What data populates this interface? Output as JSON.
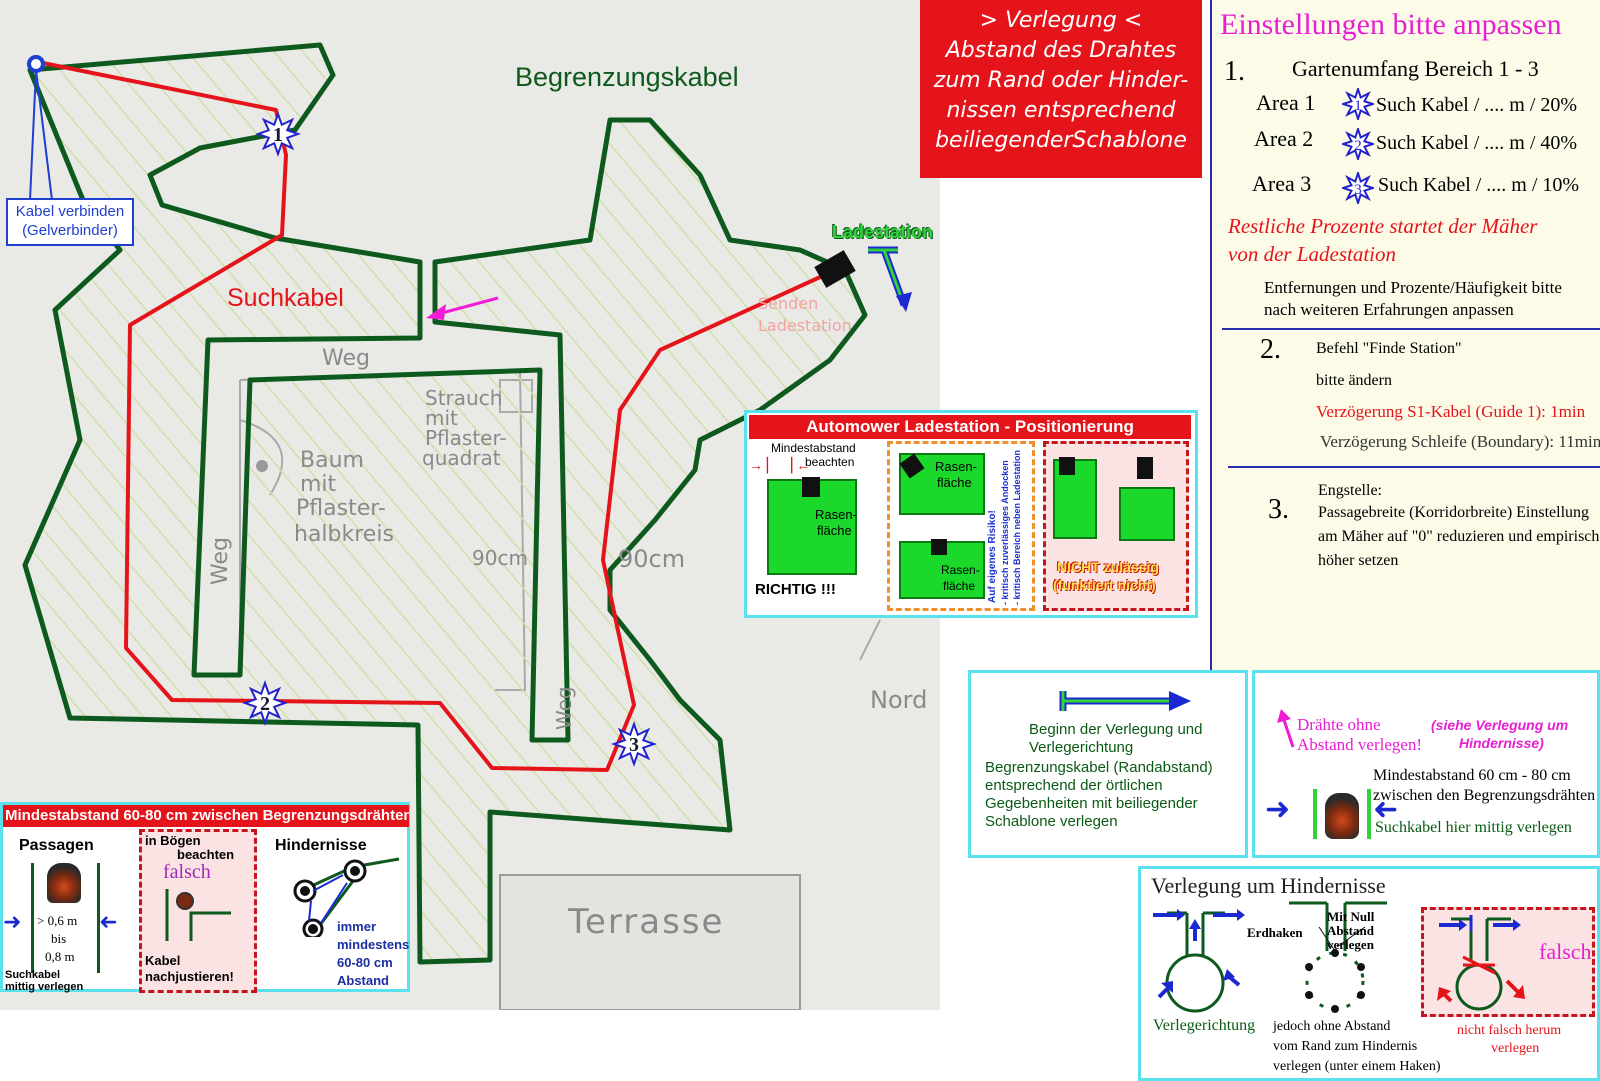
{
  "map": {
    "boundary_label": "Begrenzungskabel",
    "guide_label": "Suchkabel",
    "connect_note_line1": "Kabel verbinden",
    "connect_note_line2": "(Gelverbinder)",
    "charging_label": "Ladestation",
    "guide_markers": [
      "1",
      "2",
      "3"
    ],
    "pencil": {
      "weg_top": "Weg",
      "weg_left": "Weg",
      "weg_right": "Weg",
      "tree_line1": "Baum",
      "tree_line2": "mit",
      "tree_line3": "Pflaster-",
      "tree_line4": "halbkreis",
      "bush_line1": "Strauch",
      "bush_line2": "mit",
      "bush_line3": "Pflaster-",
      "bush_line4": "quadrat",
      "dist_left": "90cm",
      "dist_right": "90cm",
      "terrace": "Terrasse",
      "north": "Nord",
      "station_note_line1": "Senden",
      "station_note_line2": "Ladestation"
    },
    "colors": {
      "boundary": "#0e5a1e",
      "guide": "#e5141b",
      "hatch": "#c7dd9a",
      "star": "#2222cc"
    }
  },
  "laying_box": {
    "line1": "> Verlegung <",
    "line2": "Abstand des Drahtes",
    "line3": "zum Rand oder Hinder-",
    "line4": "nissen entsprechend",
    "line5": "beiliegenderSchablone"
  },
  "settings": {
    "title": "Einstellungen bitte anpassen",
    "s1_num": "1.",
    "s1_title": "Gartenumfang Bereich 1 - 3",
    "areas": [
      {
        "name": "Area 1",
        "marker": "1",
        "text": "Such Kabel / .... m / 20%"
      },
      {
        "name": "Area 2",
        "marker": "2",
        "text": "Such Kabel / .... m / 40%"
      },
      {
        "name": "Area 3",
        "marker": "3",
        "text": "Such Kabel / .... m / 10%"
      }
    ],
    "rest_line1": "Restliche Prozente  startet der Mäher",
    "rest_line2": "von der Ladestation",
    "note_line1": "Entfernungen und Prozente/Häufigkeit bitte",
    "note_line2": "nach weiteren Erfahrungen anpassen",
    "s2_num": "2.",
    "s2_line1": "Befehl \"Finde Station\"",
    "s2_line2": "bitte ändern",
    "s2_line3": "Verzögerung S1-Kabel (Guide 1): 1min",
    "s2_line4": "Verzögerung Schleife (Boundary): 11min",
    "s3_num": "3.",
    "s3_line1": "Engstelle:",
    "s3_line2": "Passagebreite (Korridorbreite) Einstellung",
    "s3_line3": "am Mäher auf \"0\" reduzieren und empirisch",
    "s3_line4": "höher setzen"
  },
  "station_panel": {
    "title": "Automower Ladestation - Positionierung",
    "min_line1": "Mindestabstand",
    "min_line2": "beachten",
    "lawn_line1": "Rasen-",
    "lawn_line2": "fläche",
    "correct": "RICHTIG !!!",
    "risk_line1": "Auf eigenes Risiko!",
    "risk_line2": "- kritisch zuverlässiges Andocken",
    "risk_line3": "- kritisch Bereich neben Ladestation",
    "wrong_line1": "NICHT zulässig",
    "wrong_line2": "(funktiert nicht)"
  },
  "start_panel": {
    "line1": "Beginn der Verlegung und",
    "line2": "Verlegerichtung",
    "line3": "Begrenzungskabel (Randabstand)",
    "line4": "entsprechend der örtlichen",
    "line5": "Gegebenheiten mit beiliegender",
    "line6": "Schablone verlegen"
  },
  "wires_panel": {
    "line1": "Drähte ohne",
    "line2": "Abstand verlegen!",
    "see1": "(siehe Verlegung um",
    "see2": "Hindernisse)",
    "dist1": "Mindestabstand 60 cm - 80 cm",
    "dist2": "zwischen den Begrenzungsdrähten",
    "guide_mid": "Suchkabel hier mittig verlegen"
  },
  "passage_panel": {
    "title": "Mindestabstand 60-80 cm zwischen Begrenzungsdrähten",
    "col1_title": "Passagen",
    "col1_dist1": "> 0,6 m",
    "col1_dist2": "bis",
    "col1_dist3": "0,8 m",
    "col1_note1": "Suchkabel",
    "col1_note2": "mittig verlegen",
    "col2_title1": "in Bögen",
    "col2_title2": "beachten",
    "col2_wrong": "falsch",
    "col2_note1": "Kabel",
    "col2_note2": "nachjustieren!",
    "col3_title": "Hindernisse",
    "col3_note1": "immer",
    "col3_note2": "mindestens",
    "col3_note3": "60-80 cm",
    "col3_note4": "Abstand"
  },
  "obstacle_panel": {
    "title": "Verlegung um Hindernisse",
    "peg": "Erdhaken",
    "zero1": "Mit Null",
    "zero2": "Abstand",
    "zero3": "verlegen",
    "direction": "Verlegerichtung",
    "but1": "jedoch ohne Abstand",
    "but2": "vom Rand zum Hindernis",
    "but3": "verlegen (unter einem Haken)",
    "wrong": "falsch",
    "wrong_note1": "nicht falsch herum",
    "wrong_note2": "verlegen"
  }
}
